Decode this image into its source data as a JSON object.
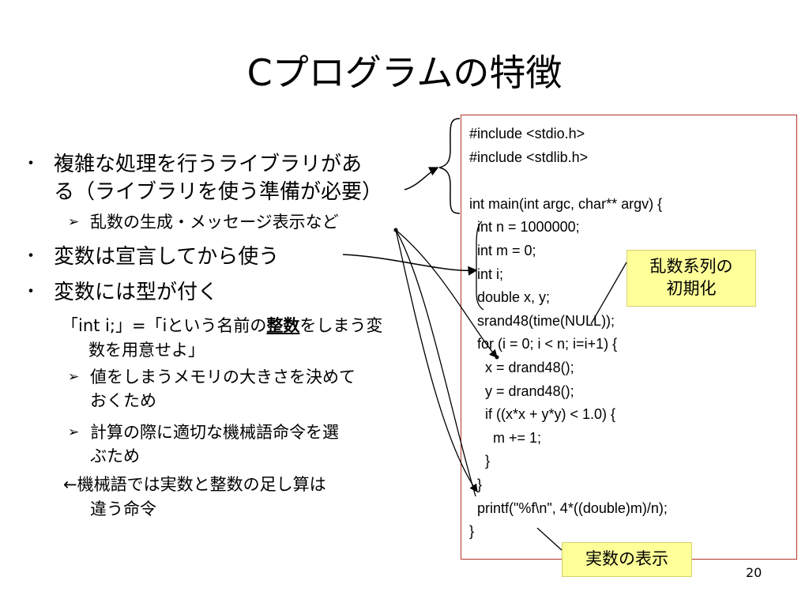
{
  "slide": {
    "title": "Cプログラムの特徴",
    "page_number": "20"
  },
  "bullets": {
    "b1_line1": "複雑な処理を行うライブラリがあ",
    "b1_line2": "る（ライブラリを使う準備が必要）",
    "b1_sub": "乱数の生成・メッセージ表示など",
    "b2": "変数は宣言してから使う",
    "b3": "変数には型が付く",
    "b3_note_line1_a": "「int i;」=「iという名前の",
    "b3_note_line1_bold": "整数",
    "b3_note_line1_b": "をしまう変",
    "b3_note_line2": "数を用意せよ」",
    "b3_sub1_line1": "値をしまうメモリの大きさを決めて",
    "b3_sub1_line2": "おくため",
    "b3_sub2_line1": "計算の際に適切な機械語命令を選",
    "b3_sub2_line2": "ぶため",
    "b3_note2_line1": "←機械語では実数と整数の足し算は",
    "b3_note2_line2": "違う命令",
    "bullet_glyph": "・",
    "arrow_glyph": "➢"
  },
  "code": {
    "lines": [
      "#include <stdio.h>",
      "#include <stdlib.h>",
      "",
      "int main(int argc, char** argv) {",
      "  int n = 1000000;",
      "  int m = 0;",
      "  int i;",
      "  double x, y;",
      "  srand48(time(NULL));",
      "  for (i = 0; i < n; i=i+1) {",
      "    x = drand48();",
      "    y = drand48();",
      "    if ((x*x + y*y) < 1.0) {",
      "      m += 1;",
      "    }",
      "  }",
      "  printf(\"%f\\n\", 4*((double)m)/n);",
      "}"
    ]
  },
  "callouts": {
    "seed_line1": "乱数系列の",
    "seed_line2": "初期化",
    "real_display": "実数の表示"
  },
  "colors": {
    "code_border": "#b3352d",
    "callout_bg": "#ffff99"
  }
}
